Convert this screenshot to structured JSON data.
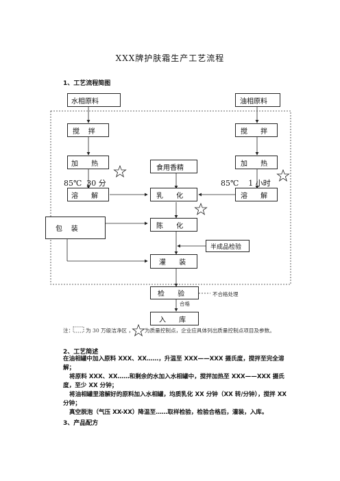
{
  "title": "XXX牌护肤霜生产工艺流程",
  "section1": "1、工艺流程简图",
  "flow": {
    "water_material": "水相原料",
    "oil_material": "油相原料",
    "stir_left": "搅    拌",
    "stir_right": "搅      拌",
    "heat_left": "加      热",
    "heat_right": "加      热",
    "fragrance": "食用香精",
    "temp_left": "85℃  30 分",
    "temp_right": "85℃    1 小时",
    "dissolve_left": "溶      解",
    "dissolve_right": "溶      解",
    "emulsify": "乳      化",
    "age": "陈      化",
    "package": "包    装",
    "semi_check": "半成品检验",
    "fill": "灌      装",
    "inspect": "检      验",
    "reject": "不合格处理",
    "qualified": "合格",
    "storage": "入      库"
  },
  "note": {
    "prefix": "注：",
    "zone_text": "为 30 万级洁净区 ，",
    "star_text": "为质量控制点，企业应具体列出质量控制点项目及参数。"
  },
  "section2": "2、工艺简述",
  "paragraphs": [
    "在油相罐中加入原料 XXX、XX……，升温至 XXX——XXX 摄氏度，搅拌至完全溶解；",
    "将原料 XXX、XX……和剩余的水加入水相罐中，搅拌加热至 XXX——XXX 摄氏度，至少 XX 分钟；",
    "将油相罐里溶解好的原料加入水相罐，均质乳化 XX 分钟（XX 转/分钟），搅拌 XX 分钟；",
    "真空脱泡（气压 XX-XX）降温至……取样检验，检验合格后，灌装，入库。"
  ],
  "section3": "3、产品配方"
}
